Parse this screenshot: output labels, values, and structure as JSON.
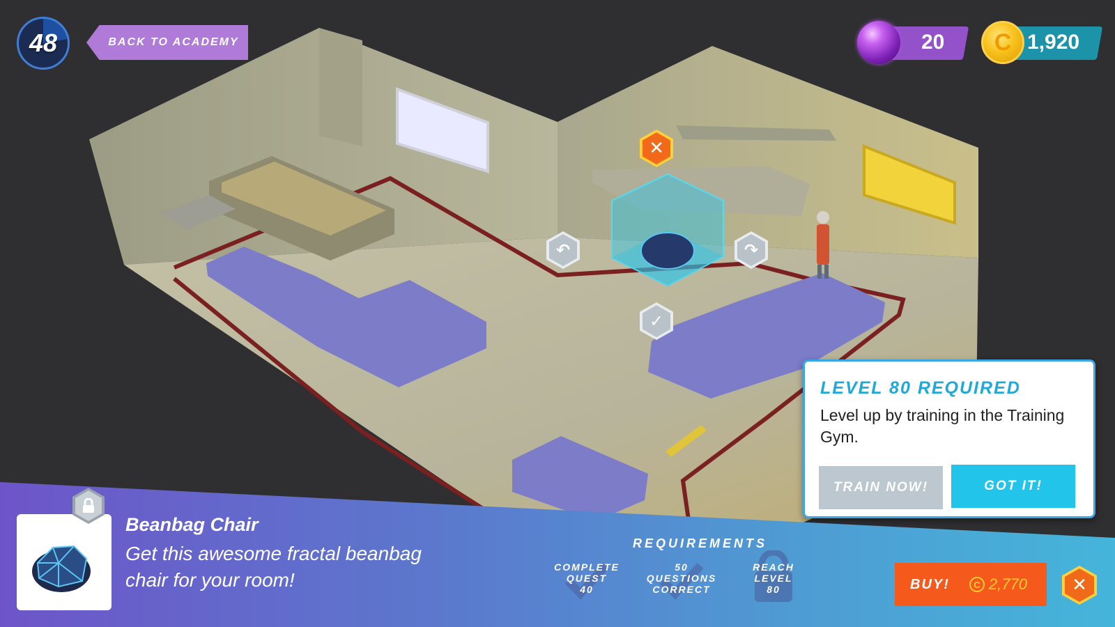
{
  "hud": {
    "level": "48",
    "back_label": "BACK TO ACADEMY",
    "orbs": "20",
    "coins": "1,920",
    "coin_symbol": "C"
  },
  "room_controls": {
    "cancel_icon": "close-icon",
    "rotate_left_icon": "rotate-left-icon",
    "rotate_right_icon": "rotate-right-icon",
    "confirm_icon": "check-icon"
  },
  "popup": {
    "title": "LEVEL 80 REQUIRED",
    "body": "Level up by training in the Training Gym.",
    "train_label": "TRAIN NOW!",
    "got_label": "GOT IT!"
  },
  "item": {
    "name": "Beanbag Chair",
    "description": "Get this awesome fractal beanbag chair for your room!",
    "locked": true
  },
  "requirements": {
    "title": "REQUIREMENTS",
    "items": [
      {
        "lines": [
          "COMPLETE",
          "QUEST",
          "40"
        ],
        "met": true
      },
      {
        "lines": [
          "50",
          "QUESTIONS",
          "CORRECT"
        ],
        "met": true
      },
      {
        "lines": [
          "REACH",
          "LEVEL",
          "80"
        ],
        "met": false
      }
    ]
  },
  "buy": {
    "label": "BUY!",
    "coin_symbol": "C",
    "price": "2,770"
  },
  "colors": {
    "accent_cyan": "#23c4ea",
    "buy_orange": "#f5591c",
    "back_purple": "#b07ad9"
  }
}
